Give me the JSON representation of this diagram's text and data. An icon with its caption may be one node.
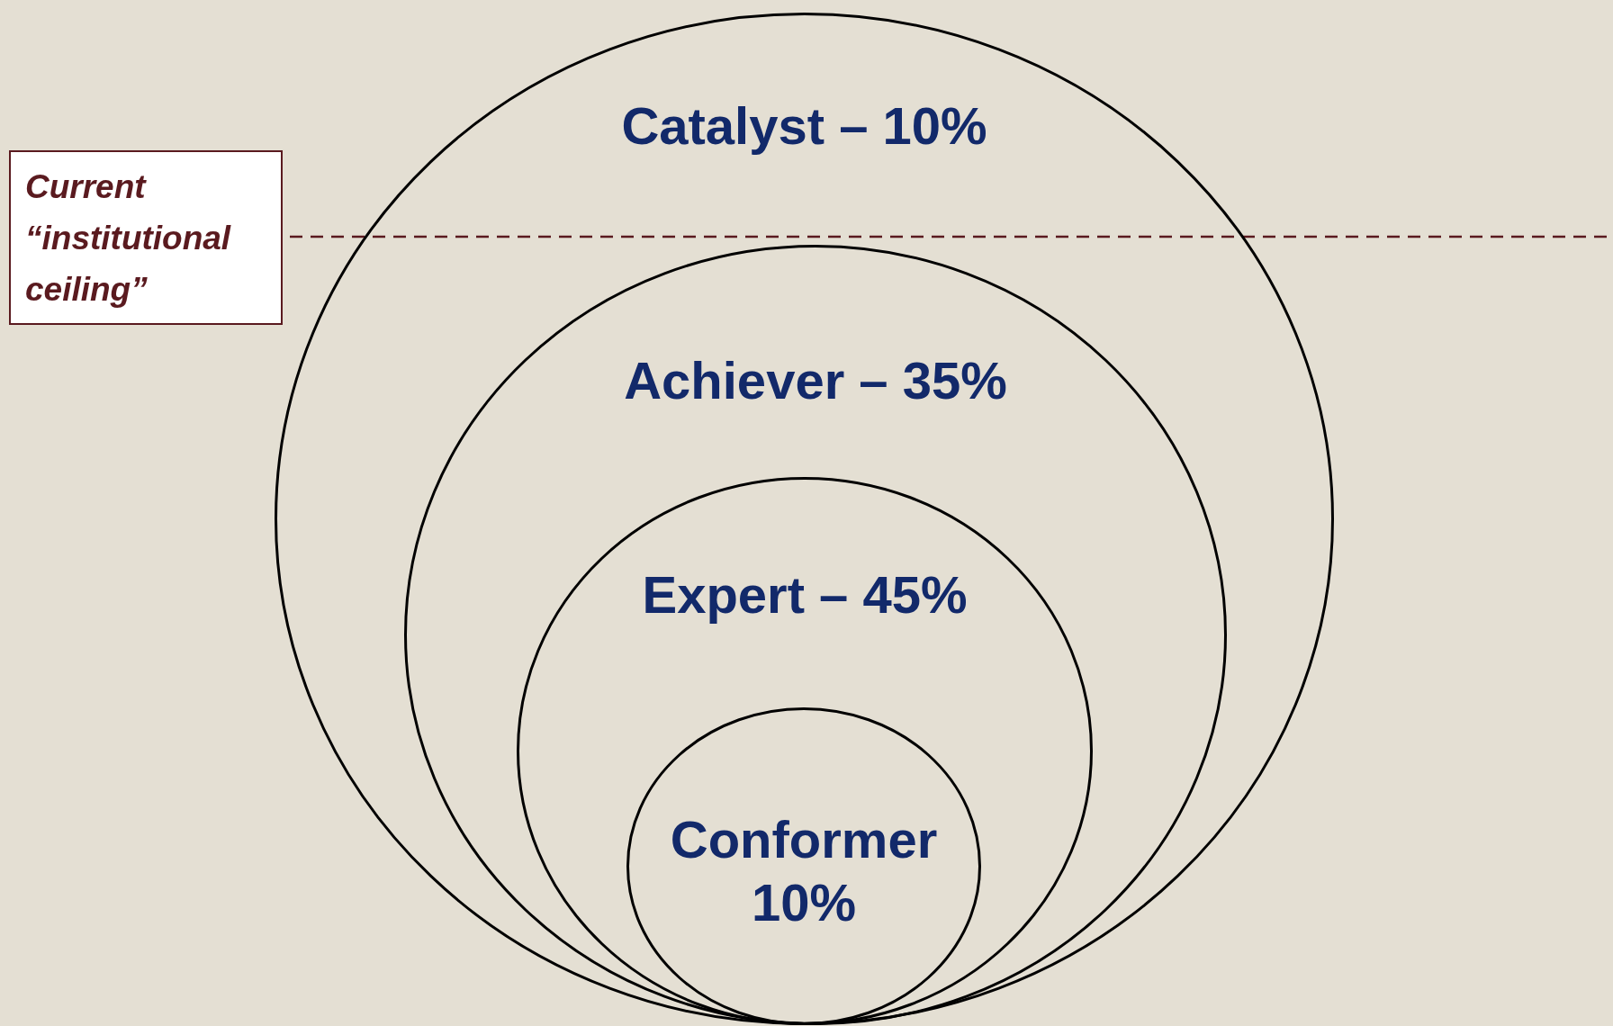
{
  "diagram": {
    "nodes": [
      {
        "text": [
          "Current “institutional ceiling”"
        ]
      },
      {
        "text": [
          "Catalyst – 10%"
        ]
      },
      {
        "text": [
          "Achiever – 35%"
        ],
        "in": 1
      },
      {
        "text": [
          "Expert – 45%"
        ],
        "in": 2
      },
      {
        "text": [
          "Conformer 10%"
        ],
        "in": 3
      }
    ]
  }
}
